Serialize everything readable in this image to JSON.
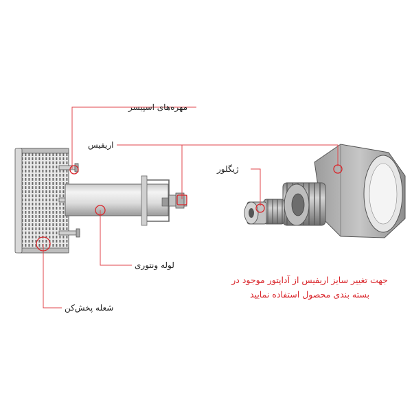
{
  "labels": {
    "spacer_nuts": "مهره‌های اسپیسر",
    "orifice": "اریفیس",
    "jet": "ژیگلور",
    "venturi_tube": "لوله ونتوری",
    "flame_spreader": "شعله پخش‌کن"
  },
  "note": {
    "line1": "جهت تغییر سایز اریفیس از آداپتور موجود در",
    "line2": "بسته بندی محصول استفاده نمایید"
  },
  "colors": {
    "accent": "#d9252a",
    "leader": "#e0464b",
    "metal": "#b8b8b8",
    "metal_dark": "#8a8a8a",
    "text": "#222222"
  }
}
